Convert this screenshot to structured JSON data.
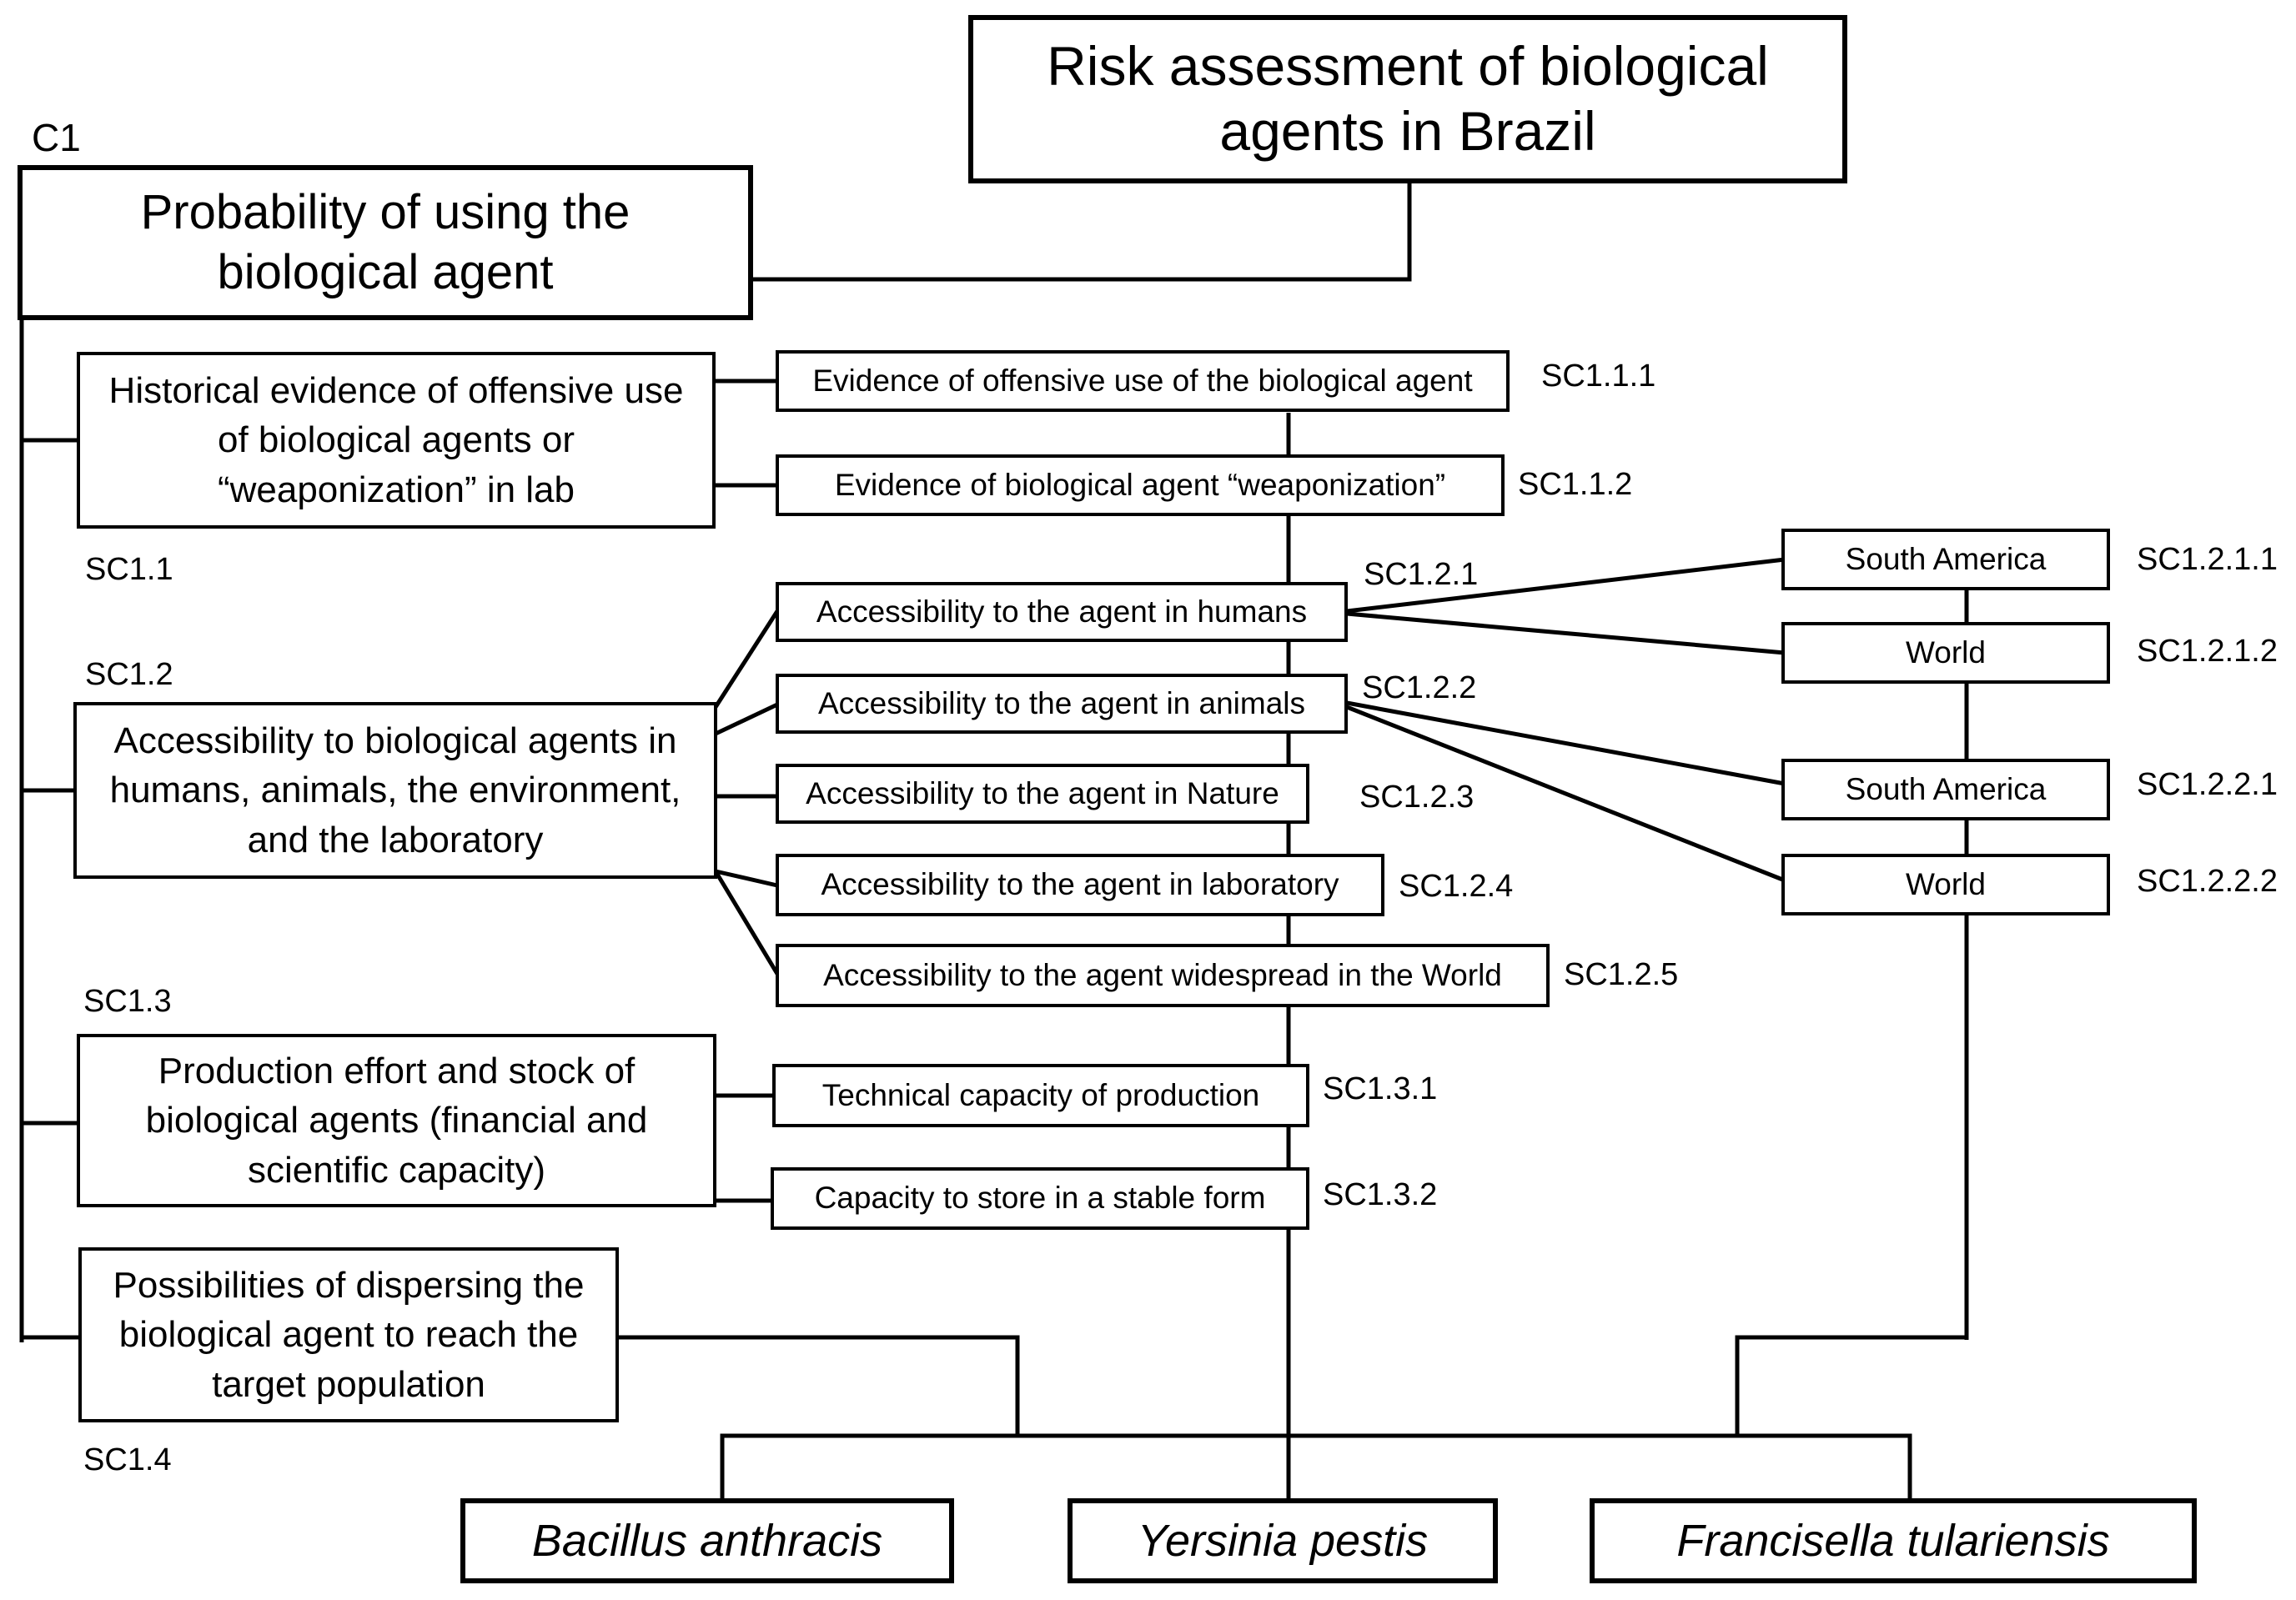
{
  "title": "Risk assessment of biological agents in Brazil",
  "criterion": {
    "code": "C1",
    "label": "Probability of using the biological agent"
  },
  "subcriteria": [
    {
      "code": "SC1.1",
      "label": "Historical evidence of offensive use of biological agents or “weaponization” in lab"
    },
    {
      "code": "SC1.2",
      "label": "Accessibility to biological agents in humans, animals, the environment, and the laboratory"
    },
    {
      "code": "SC1.3",
      "label": "Production effort and stock of biological agents (financial and scientific capacity)"
    },
    {
      "code": "SC1.4",
      "label": "Possibilities of dispersing the biological agent to reach the target population"
    }
  ],
  "sub_subcriteria": [
    {
      "code": "SC1.1.1",
      "label": "Evidence of offensive use of the biological agent"
    },
    {
      "code": "SC1.1.2",
      "label": "Evidence of biological agent “weaponization”"
    },
    {
      "code": "SC1.2.1",
      "label": "Accessibility to the agent in humans"
    },
    {
      "code": "SC1.2.2",
      "label": "Accessibility to the agent in animals"
    },
    {
      "code": "SC1.2.3",
      "label": "Accessibility to the agent in Nature"
    },
    {
      "code": "SC1.2.4",
      "label": "Accessibility to the agent in laboratory"
    },
    {
      "code": "SC1.2.5",
      "label": "Accessibility to the agent widespread in the World"
    },
    {
      "code": "SC1.3.1",
      "label": "Technical capacity of production"
    },
    {
      "code": "SC1.3.2",
      "label": "Capacity to store in a stable form"
    }
  ],
  "regions": [
    {
      "code": "SC1.2.1.1",
      "label": "South America"
    },
    {
      "code": "SC1.2.1.2",
      "label": "World"
    },
    {
      "code": "SC1.2.2.1",
      "label": "South America"
    },
    {
      "code": "SC1.2.2.2",
      "label": "World"
    }
  ],
  "alternatives": [
    "Bacillus anthracis",
    "Yersinia pestis",
    "Francisella tulariensis"
  ]
}
